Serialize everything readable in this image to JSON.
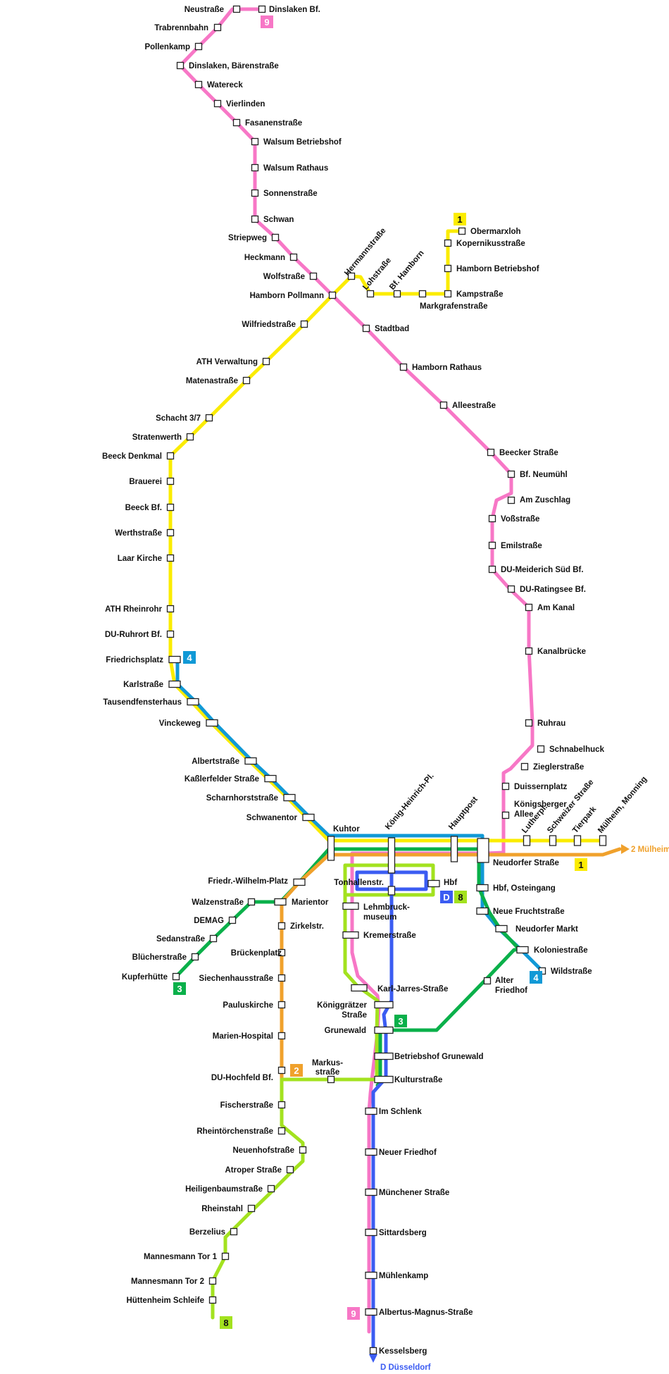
{
  "colors": {
    "line_9": "#f777c6",
    "line_1": "#fbec00",
    "line_4": "#1199d6",
    "line_3": "#0ab04a",
    "line_2": "#f0a12c",
    "line_8": "#a3e21f",
    "line_D": "#3b5cf2"
  },
  "badges": {
    "b9_top": "9",
    "b1_top": "1",
    "b4": "4",
    "b3_left": "3",
    "b2": "2",
    "b8_bottom": "8",
    "b9_bottom": "9",
    "b1_right": "1",
    "bD": "D",
    "b8_right": "8",
    "b4_right": "4",
    "b3_mid": "3"
  },
  "destinations": {
    "muelheim": "2 Mülheim",
    "duesseldorf": "D Düsseldorf"
  },
  "stations": {
    "neustrasse": "Neustraße",
    "dinslaken_bf": "Dinslaken Bf.",
    "trabrennbahn": "Trabrennbahn",
    "pollenkamp": "Pollenkamp",
    "baerenstrasse": "Dinslaken, Bärenstraße",
    "watereck": "Watereck",
    "vierlinden": "Vierlinden",
    "fasanenstrasse": "Fasanenstraße",
    "walsum_betriebshof": "Walsum Betriebshof",
    "walsum_rathaus": "Walsum Rathaus",
    "sonnenstrasse": "Sonnenstraße",
    "schwan": "Schwan",
    "striepweg": "Striepweg",
    "heckmann": "Heckmann",
    "wolfstrasse": "Wolfstraße",
    "hamborn_pollmann": "Hamborn Pollmann",
    "hermannstrasse": "Hermannstraße",
    "lohstrasse": "Lohstraße",
    "bf_hamborn": "Bf. Hamborn",
    "obermarxloh": "Obermarxloh",
    "kopernikusstrasse": "Kopernikusstraße",
    "hamborn_betriebshof": "Hamborn Betriebshof",
    "kampstrasse": "Kampstraße",
    "markgrafenstrasse": "Markgrafenstraße",
    "stadtbad": "Stadtbad",
    "wilfriedstrasse": "Wilfriedstraße",
    "hamborn_rathaus": "Hamborn Rathaus",
    "ath_verwaltung": "ATH Verwaltung",
    "matenastrasse": "Matenastraße",
    "alleestrasse": "Alleestraße",
    "schacht37": "Schacht 3/7",
    "stratenwerth": "Stratenwerth",
    "beeck_denkmal": "Beeck Denkmal",
    "beecker_strasse": "Beecker Straße",
    "brauerei": "Brauerei",
    "bf_neumuehl": "Bf. Neumühl",
    "am_zuschlag": "Am Zuschlag",
    "beeck_bf": "Beeck Bf.",
    "vossstrasse": "Voßstraße",
    "werthstrasse": "Werthstraße",
    "emilstrasse": "Emilstraße",
    "laar_kirche": "Laar Kirche",
    "meiderich_sued": "DU-Meiderich Süd Bf.",
    "ratingsee": "DU-Ratingsee Bf.",
    "ath_rheinrohr": "ATH Rheinrohr",
    "am_kanal": "Am Kanal",
    "ruhrort_bf": "DU-Ruhrort Bf.",
    "kanalbruecke": "Kanalbrücke",
    "friedrichsplatz": "Friedrichsplatz",
    "karlstrasse": "Karlstraße",
    "tausendfensterhaus": "Tausendfensterhaus",
    "vinckeweg": "Vinckeweg",
    "ruhrau": "Ruhrau",
    "schnabelhuck": "Schnabelhuck",
    "albertstrasse": "Albertstraße",
    "zieglerstrasse": "Zieglerstraße",
    "kasslerfelder": "Kaßlerfelder Straße",
    "duissernplatz": "Duissernplatz",
    "scharnhorststrasse": "Scharnhorststraße",
    "koenigsberger1": "Königsberger",
    "koenigsberger2": "Allee",
    "schwanentor": "Schwanentor",
    "kuhtor": "Kuhtor",
    "koenig_heinrich": "König-Heinrich-Pl.",
    "hauptpost": "Hauptpost",
    "lutherpl": "Lutherpl.",
    "schweizer_strasse": "Schweizer Straße",
    "tierpark": "Tierpark",
    "muelheim_monning": "Mülheim, Monning",
    "neudorfer_strasse": "Neudorfer Straße",
    "friedrich_wilhelm": "Friedr.-Wilhelm-Platz",
    "tonhallenstr": "Tonhallenstr.",
    "hbf": "Hbf",
    "hbf_osteingang": "Hbf, Osteingang",
    "walzenstrasse": "Walzenstraße",
    "marientor": "Marientor",
    "lehmbruck1": "Lehmbruck-",
    "lehmbruck2": "museum",
    "neue_fruchtstrasse": "Neue Fruchtstraße",
    "demag": "DEMAG",
    "zirkelstr": "Zirkelstr.",
    "neudorfer_markt": "Neudorfer Markt",
    "kremerstrasse": "Kremerstraße",
    "sedanstrasse": "Sedanstraße",
    "brueckenplatz": "Brückenplatz",
    "koloniestrasse": "Koloniestraße",
    "bluecherstrasse": "Blücherstraße",
    "wildstrasse": "Wildstraße",
    "kupferhuette": "Kupferhütte",
    "siechenhaus": "Siechenhausstraße",
    "alter_friedhof1": "Alter",
    "alter_friedhof2": "Friedhof",
    "karl_jarres": "Karl-Jarres-Straße",
    "pauluskirche": "Pauluskirche",
    "koeniggraetzer1": "Königgrätzer",
    "koeniggraetzer2": "Straße",
    "grunewald": "Grunewald",
    "marien_hospital": "Marien-Hospital",
    "betriebshof_grunewald": "Betriebshof Grunewald",
    "hochfeld_bf": "DU-Hochfeld Bf.",
    "markusstrasse1": "Markus-",
    "markusstrasse2": "straße",
    "kulturstrasse": "Kulturstraße",
    "fischerstrasse": "Fischerstraße",
    "im_schlenk": "Im Schlenk",
    "rheintoerchen": "Rheintörchenstraße",
    "neuenhofstrasse": "Neuenhofstraße",
    "neuer_friedhof": "Neuer Friedhof",
    "atroper_strasse": "Atroper Straße",
    "heiligenbaum": "Heiligenbaumstraße",
    "muenchener_strasse": "Münchener Straße",
    "rheinstahl": "Rheinstahl",
    "berzelius": "Berzelius",
    "sittardsberg": "Sittardsberg",
    "mannesmann1": "Mannesmann Tor 1",
    "mannesmann2": "Mannesmann Tor 2",
    "muehlenkamp": "Mühlenkamp",
    "huettenheim": "Hüttenheim Schleife",
    "albertus_magnus": "Albertus-Magnus-Straße",
    "kesselsberg": "Kesselsberg"
  }
}
